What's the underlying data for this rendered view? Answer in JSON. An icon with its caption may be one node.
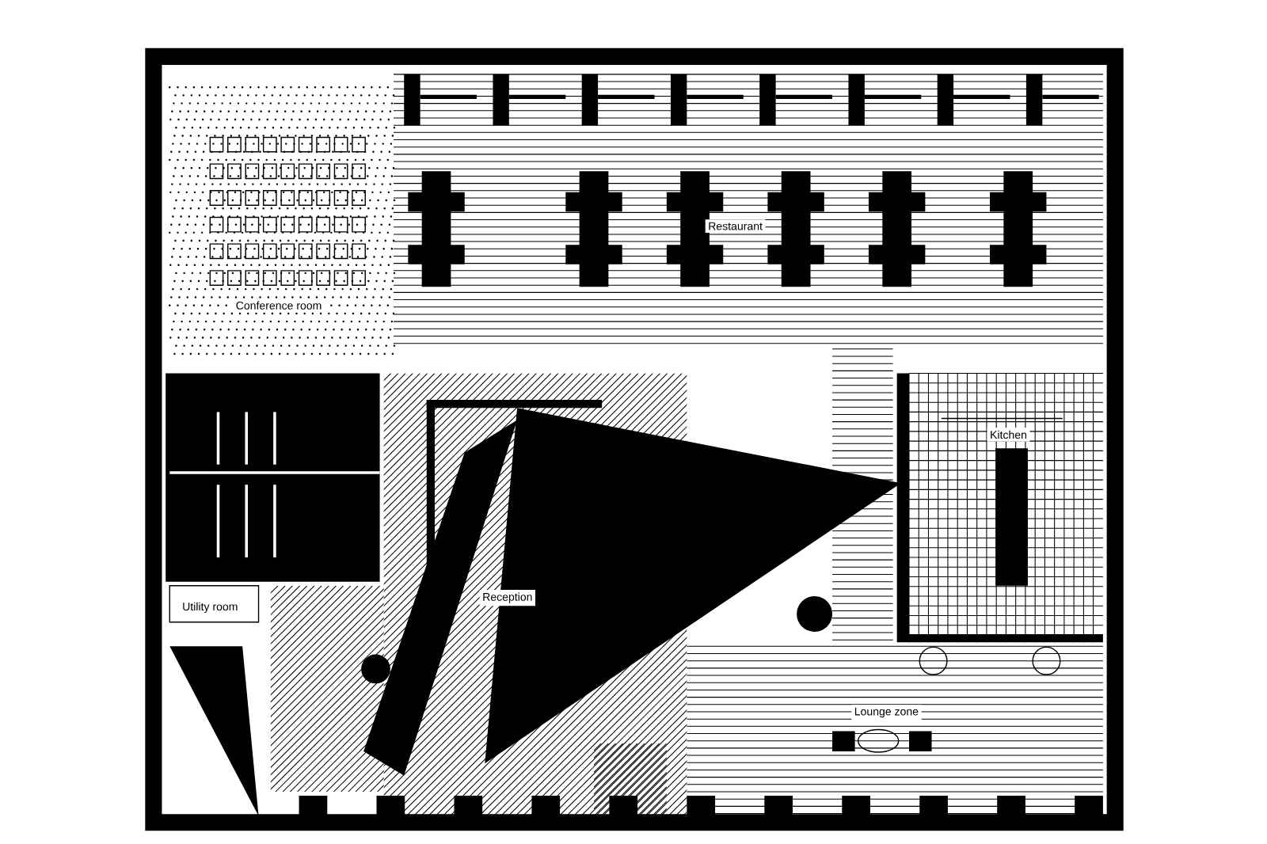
{
  "diagram": {
    "labels": [
      "Restaurant",
      "Conference room",
      "Kitchen",
      "Reception",
      "Utility room",
      "Lounge zone"
    ]
  }
}
